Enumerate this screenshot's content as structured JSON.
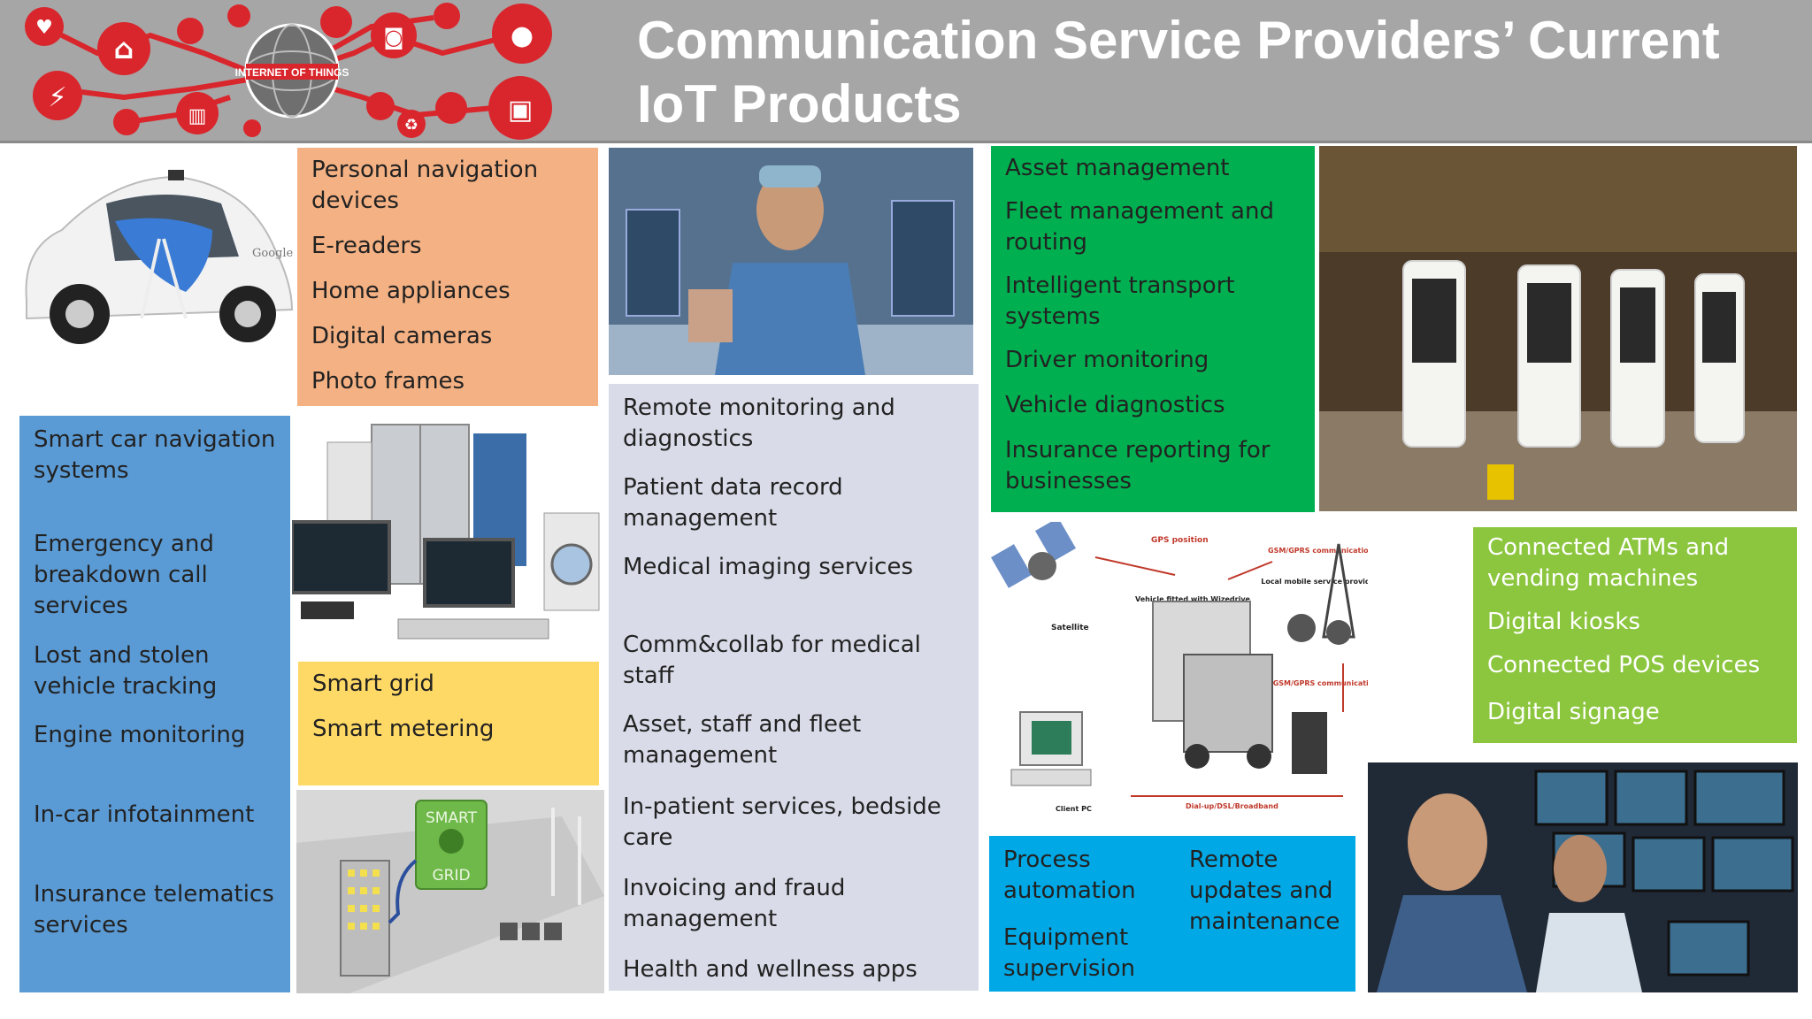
{
  "header": {
    "title_line1": "Communication Service Providers’ Current",
    "title_line2": "IoT Products",
    "logo_text": "INTERNET OF THINGS"
  },
  "boxes": {
    "consumer": [
      "Personal navigation devices",
      "E-readers",
      "Home appliances",
      "Digital cameras",
      "Photo frames"
    ],
    "automotive": [
      "Smart car navigation systems",
      "Emergency and breakdown call services",
      "Lost and stolen vehicle tracking",
      "Engine monitoring",
      "In-car infotainment",
      "Insurance telematics services"
    ],
    "utilities": [
      "Smart grid",
      "Smart metering"
    ],
    "healthcare": [
      "Remote monitoring and diagnostics",
      "Patient data record management",
      "Medical imaging services",
      "Comm&collab for medical staff",
      "Asset, staff and fleet management",
      "In-patient services, bedside care",
      "Invoicing and fraud management",
      "Health and wellness apps"
    ],
    "transport": [
      "Asset management",
      "Fleet management and routing",
      "Intelligent transport systems",
      "Driver monitoring",
      "Vehicle diagnostics",
      "Insurance reporting for businesses"
    ],
    "retail": [
      "Connected ATMs and vending machines",
      "Digital kiosks",
      "Connected POS devices",
      "Digital signage"
    ],
    "industrial_left": [
      "Process automation",
      "Equipment supervision"
    ],
    "industrial_right": [
      "Remote updates and maintenance"
    ]
  },
  "diagram": {
    "gps": "GPS position",
    "gsm1": "GSM/GPRS communication",
    "local": "Local mobile service provider",
    "vehicle": "Vehicle fitted with Wizedrive",
    "satellite": "Satellite",
    "gsm2": "GSM/GPRS communication",
    "client": "Client PC",
    "dialup": "Dial-up/DSL/Broadband"
  },
  "images": {
    "smart_grid_top": "SMART",
    "smart_grid_bottom": "GRID",
    "google": "Google"
  },
  "colors": {
    "header": "#a6a6a6",
    "orange": "#f4b183",
    "blue": "#5b9bd5",
    "yellow": "#ffd966",
    "lavender": "#d9dce8",
    "green": "#00b050",
    "light_green": "#8cc63f",
    "cyan": "#00a9e6",
    "logo_red": "#e8262c"
  }
}
